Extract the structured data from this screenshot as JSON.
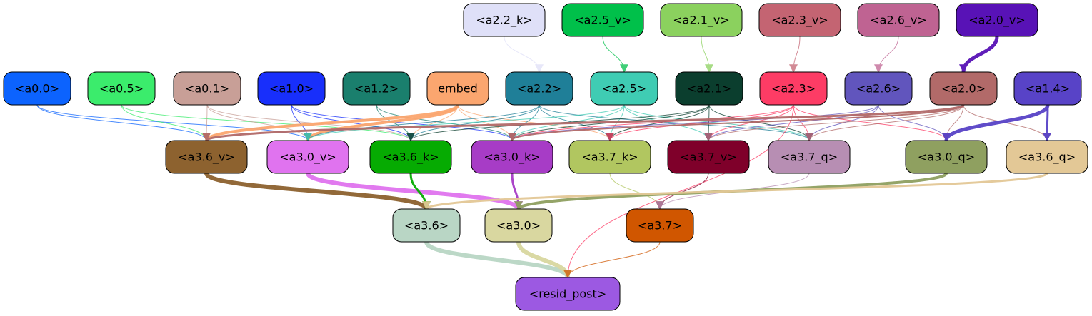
{
  "nodes": [
    {
      "id": "a2.2_k",
      "label": "<a2.2_k>",
      "fill": "#dfe0f8"
    },
    {
      "id": "a2.5_v",
      "label": "<a2.5_v>",
      "fill": "#00c04a"
    },
    {
      "id": "a2.1_v",
      "label": "<a2.1_v>",
      "fill": "#8bd15e"
    },
    {
      "id": "a2.3_v",
      "label": "<a2.3_v>",
      "fill": "#c46472"
    },
    {
      "id": "a2.6_v",
      "label": "<a2.6_v>",
      "fill": "#bf6392"
    },
    {
      "id": "a2.0_v",
      "label": "<a2.0_v>",
      "fill": "#5812b6"
    },
    {
      "id": "a0.0",
      "label": "<a0.0>",
      "fill": "#0c63fe"
    },
    {
      "id": "a0.5",
      "label": "<a0.5>",
      "fill": "#3bec6c"
    },
    {
      "id": "a0.1",
      "label": "<a0.1>",
      "fill": "#c89f97"
    },
    {
      "id": "a1.0",
      "label": "<a1.0>",
      "fill": "#182ffb"
    },
    {
      "id": "a1.2",
      "label": "<a1.2>",
      "fill": "#1a7f6d"
    },
    {
      "id": "embed",
      "label": "embed",
      "fill": "#fba66f"
    },
    {
      "id": "a2.2",
      "label": "<a2.2>",
      "fill": "#1f7f98"
    },
    {
      "id": "a2.5",
      "label": "<a2.5>",
      "fill": "#3fccb3"
    },
    {
      "id": "a2.1",
      "label": "<a2.1>",
      "fill": "#0b3e2e"
    },
    {
      "id": "a2.3",
      "label": "<a2.3>",
      "fill": "#fd3c65"
    },
    {
      "id": "a2.6",
      "label": "<a2.6>",
      "fill": "#6155bd"
    },
    {
      "id": "a2.0",
      "label": "<a2.0>",
      "fill": "#b26a69"
    },
    {
      "id": "a1.4",
      "label": "<a1.4>",
      "fill": "#5843c7"
    },
    {
      "id": "a3.6_v",
      "label": "<a3.6_v>",
      "fill": "#8d622f"
    },
    {
      "id": "a3.0_v",
      "label": "<a3.0_v>",
      "fill": "#e073ef"
    },
    {
      "id": "a3.6_k",
      "label": "<a3.6_k>",
      "fill": "#06ab02"
    },
    {
      "id": "a3.0_k",
      "label": "<a3.0_k>",
      "fill": "#a73cc6"
    },
    {
      "id": "a3.7_k",
      "label": "<a3.7_k>",
      "fill": "#b1c660"
    },
    {
      "id": "a3.7_v",
      "label": "<a3.7_v>",
      "fill": "#7f002a"
    },
    {
      "id": "a3.7_q",
      "label": "<a3.7_q>",
      "fill": "#b78eb3"
    },
    {
      "id": "a3.0_q",
      "label": "<a3.0_q>",
      "fill": "#8fa060"
    },
    {
      "id": "a3.6_q",
      "label": "<a3.6_q>",
      "fill": "#e3c896"
    },
    {
      "id": "a3.6",
      "label": "<a3.6>",
      "fill": "#b9d6c5"
    },
    {
      "id": "a3.0",
      "label": "<a3.0>",
      "fill": "#d9d7a0"
    },
    {
      "id": "a3.7",
      "label": "<a3.7>",
      "fill": "#d05600"
    },
    {
      "id": "resid_post",
      "label": "<resid_post>",
      "fill": "#9c59e2"
    }
  ],
  "edges": [
    {
      "from": "a2.2_k",
      "to": "a2.2",
      "color": "#dfe0f8",
      "weight": 1
    },
    {
      "from": "a2.5_v",
      "to": "a2.5",
      "color": "#00c04a",
      "weight": 1
    },
    {
      "from": "a2.1_v",
      "to": "a2.1",
      "color": "#8bd15e",
      "weight": 1
    },
    {
      "from": "a2.3_v",
      "to": "a2.3",
      "color": "#c46472",
      "weight": 1
    },
    {
      "from": "a2.6_v",
      "to": "a2.6",
      "color": "#bf6392",
      "weight": 1
    },
    {
      "from": "a2.0_v",
      "to": "a2.0",
      "color": "#5812b6",
      "weight": 5
    },
    {
      "from": "a0.0",
      "to": "a3.6_v",
      "color": "#0c63fe",
      "weight": 1
    },
    {
      "from": "a0.0",
      "to": "a3.0_v",
      "color": "#0c63fe",
      "weight": 1
    },
    {
      "from": "a0.5",
      "to": "a3.6_v",
      "color": "#3bec6c",
      "weight": 1
    },
    {
      "from": "a0.5",
      "to": "a3.6_k",
      "color": "#3bec6c",
      "weight": 1
    },
    {
      "from": "a0.1",
      "to": "a3.6_v",
      "color": "#c89f97",
      "weight": 1
    },
    {
      "from": "a0.1",
      "to": "a3.0_v",
      "color": "#c89f97",
      "weight": 1
    },
    {
      "from": "a0.1",
      "to": "a3.6_k",
      "color": "#c89f97",
      "weight": 1
    },
    {
      "from": "a1.0",
      "to": "a3.0_v",
      "color": "#182ffb",
      "weight": 1
    },
    {
      "from": "a1.0",
      "to": "a3.6_k",
      "color": "#182ffb",
      "weight": 1
    },
    {
      "from": "a1.0",
      "to": "a3.0_k",
      "color": "#182ffb",
      "weight": 1
    },
    {
      "from": "a1.2",
      "to": "a3.6_k",
      "color": "#1a7f6d",
      "weight": 1
    },
    {
      "from": "a1.2",
      "to": "a3.0_k",
      "color": "#1a7f6d",
      "weight": 1
    },
    {
      "from": "embed",
      "to": "a3.6_v",
      "color": "#fba66f",
      "weight": 4
    },
    {
      "from": "embed",
      "to": "a3.0_v",
      "color": "#fba66f",
      "weight": 4
    },
    {
      "from": "embed",
      "to": "a3.6_k",
      "color": "#fba66f",
      "weight": 1
    },
    {
      "from": "embed",
      "to": "a3.0_k",
      "color": "#fba66f",
      "weight": 1
    },
    {
      "from": "embed",
      "to": "a3.7_k",
      "color": "#fba66f",
      "weight": 1
    },
    {
      "from": "a2.2",
      "to": "a3.0_v",
      "color": "#1f7f98",
      "weight": 1
    },
    {
      "from": "a2.2",
      "to": "a3.6_k",
      "color": "#1f7f98",
      "weight": 1
    },
    {
      "from": "a2.2",
      "to": "a3.0_k",
      "color": "#1f7f98",
      "weight": 1
    },
    {
      "from": "a2.2",
      "to": "a3.7_k",
      "color": "#1f7f98",
      "weight": 1
    },
    {
      "from": "a2.2",
      "to": "a3.7_q",
      "color": "#1f7f98",
      "weight": 1
    },
    {
      "from": "a2.5",
      "to": "a3.0_v",
      "color": "#3fccb3",
      "weight": 1
    },
    {
      "from": "a2.5",
      "to": "a3.0_k",
      "color": "#3fccb3",
      "weight": 1
    },
    {
      "from": "a2.5",
      "to": "a3.7_k",
      "color": "#3fccb3",
      "weight": 1
    },
    {
      "from": "a2.5",
      "to": "a3.7_v",
      "color": "#3fccb3",
      "weight": 1
    },
    {
      "from": "a2.5",
      "to": "a3.7_q",
      "color": "#3fccb3",
      "weight": 1
    },
    {
      "from": "a2.1",
      "to": "a3.6_k",
      "color": "#0b3e2e",
      "weight": 1
    },
    {
      "from": "a2.1",
      "to": "a3.0_k",
      "color": "#0b3e2e",
      "weight": 1
    },
    {
      "from": "a2.1",
      "to": "a3.7_k",
      "color": "#0b3e2e",
      "weight": 1
    },
    {
      "from": "a2.1",
      "to": "a3.7_v",
      "color": "#0b3e2e",
      "weight": 1
    },
    {
      "from": "a2.1",
      "to": "a3.7_q",
      "color": "#0b3e2e",
      "weight": 1
    },
    {
      "from": "a2.3",
      "to": "a3.0_k",
      "color": "#fd3c65",
      "weight": 1
    },
    {
      "from": "a2.3",
      "to": "a3.7_k",
      "color": "#fd3c65",
      "weight": 1
    },
    {
      "from": "a2.3",
      "to": "a3.7_v",
      "color": "#fd3c65",
      "weight": 1
    },
    {
      "from": "a2.3",
      "to": "a3.7_q",
      "color": "#fd3c65",
      "weight": 1
    },
    {
      "from": "a2.3",
      "to": "a3.0_q",
      "color": "#fd3c65",
      "weight": 1
    },
    {
      "from": "a2.3",
      "to": "resid_post",
      "color": "#fd3c65",
      "weight": 1
    },
    {
      "from": "a2.6",
      "to": "a3.0_k",
      "color": "#6155bd",
      "weight": 1
    },
    {
      "from": "a2.6",
      "to": "a3.7_v",
      "color": "#6155bd",
      "weight": 1
    },
    {
      "from": "a2.6",
      "to": "a3.7_q",
      "color": "#6155bd",
      "weight": 1
    },
    {
      "from": "a2.6",
      "to": "a3.0_q",
      "color": "#6155bd",
      "weight": 1
    },
    {
      "from": "a2.0",
      "to": "a3.6_v",
      "color": "#b26a69",
      "weight": 3
    },
    {
      "from": "a2.0",
      "to": "a3.0_k",
      "color": "#b26a69",
      "weight": 2
    },
    {
      "from": "a2.0",
      "to": "a3.7_v",
      "color": "#b26a69",
      "weight": 1
    },
    {
      "from": "a2.0",
      "to": "a3.7_q",
      "color": "#b26a69",
      "weight": 1
    },
    {
      "from": "a2.0",
      "to": "a3.0_q",
      "color": "#b26a69",
      "weight": 1
    },
    {
      "from": "a2.0",
      "to": "a3.6_q",
      "color": "#b26a69",
      "weight": 1
    },
    {
      "from": "a1.4",
      "to": "a3.0_q",
      "color": "#5843c7",
      "weight": 5
    },
    {
      "from": "a1.4",
      "to": "a3.6_q",
      "color": "#5843c7",
      "weight": 3
    },
    {
      "from": "a3.6_v",
      "to": "a3.6",
      "color": "#8d622f",
      "weight": 6
    },
    {
      "from": "a3.0_v",
      "to": "a3.0",
      "color": "#e073ef",
      "weight": 6
    },
    {
      "from": "a3.6_k",
      "to": "a3.6",
      "color": "#06ab02",
      "weight": 3
    },
    {
      "from": "a3.0_k",
      "to": "a3.0",
      "color": "#a73cc6",
      "weight": 3
    },
    {
      "from": "a3.7_k",
      "to": "a3.7",
      "color": "#b1c660",
      "weight": 1
    },
    {
      "from": "a3.7_v",
      "to": "a3.7",
      "color": "#7f002a",
      "weight": 1
    },
    {
      "from": "a3.7_q",
      "to": "a3.7",
      "color": "#b78eb3",
      "weight": 1
    },
    {
      "from": "a3.0_q",
      "to": "a3.0",
      "color": "#8fa060",
      "weight": 4
    },
    {
      "from": "a3.6_q",
      "to": "a3.6",
      "color": "#e3c896",
      "weight": 3
    },
    {
      "from": "a3.6",
      "to": "resid_post",
      "color": "#b9d6c5",
      "weight": 6
    },
    {
      "from": "a3.0",
      "to": "resid_post",
      "color": "#d9d7a0",
      "weight": 6
    },
    {
      "from": "a3.7",
      "to": "resid_post",
      "color": "#d05600",
      "weight": 1
    }
  ]
}
